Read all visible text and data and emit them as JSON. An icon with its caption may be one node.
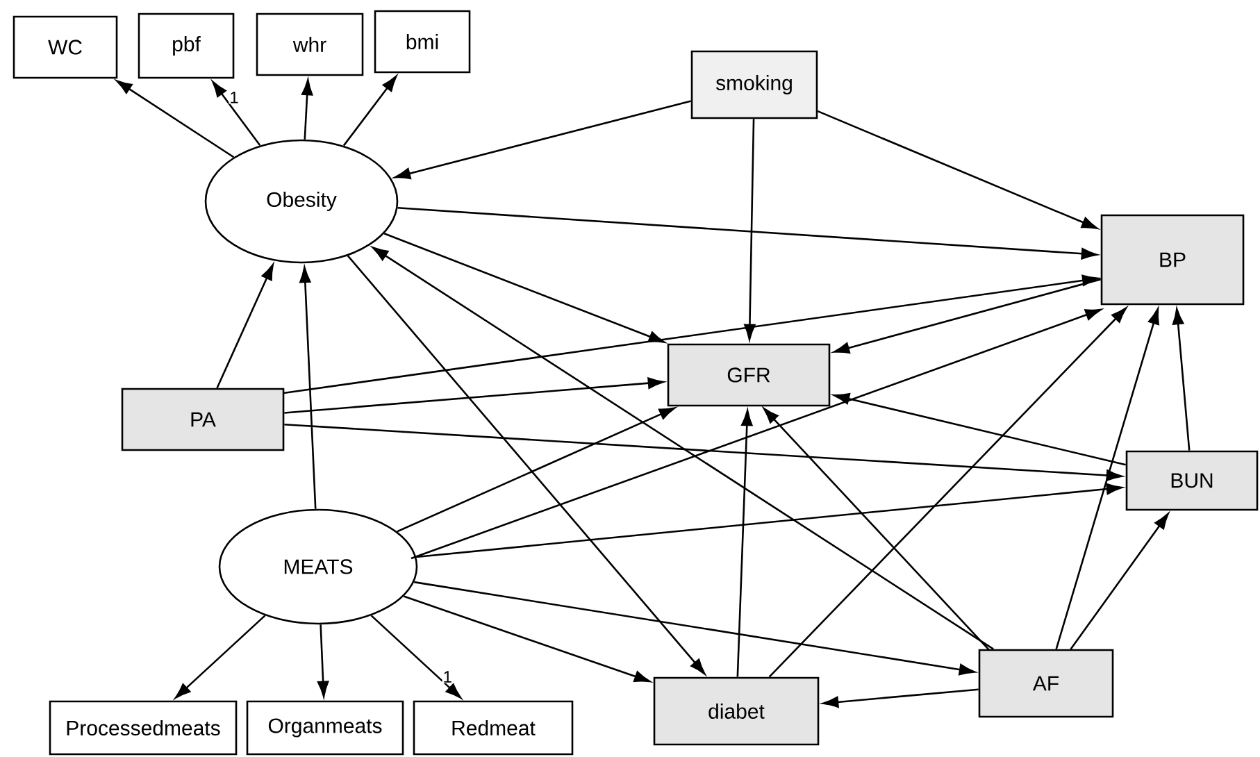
{
  "diagram": {
    "nodes": [
      {
        "text": [
          "WC"
        ]
      },
      {
        "text": [
          "pbf"
        ]
      },
      {
        "text": [
          "whr"
        ]
      },
      {
        "text": [
          "bmi"
        ]
      },
      {
        "text": [
          "Obesity"
        ]
      },
      {
        "text": [
          "smoking"
        ]
      },
      {
        "text": [
          "BP"
        ]
      },
      {
        "text": [
          "GFR"
        ]
      },
      {
        "text": [
          "PA"
        ]
      },
      {
        "text": [
          "BUN"
        ]
      },
      {
        "text": [
          "MEATS"
        ]
      },
      {
        "text": [
          "Processedmeats"
        ]
      },
      {
        "text": [
          "Organmeats"
        ]
      },
      {
        "text": [
          "Redmeat"
        ]
      },
      {
        "text": [
          "diabet"
        ]
      },
      {
        "text": [
          "AF"
        ]
      }
    ],
    "edges": [
      {
        "from": 4,
        "to": 0,
        "arrow": "to"
      },
      {
        "from": 4,
        "to": 1,
        "arrow": "to",
        "label": "1"
      },
      {
        "from": 4,
        "to": 2,
        "arrow": "to"
      },
      {
        "from": 4,
        "to": 3,
        "arrow": "to"
      },
      {
        "from": 5,
        "to": 4,
        "arrow": "to"
      },
      {
        "from": 5,
        "to": 7,
        "arrow": "to"
      },
      {
        "from": 5,
        "to": 6,
        "arrow": "to"
      },
      {
        "from": 4,
        "to": 6,
        "arrow": "to"
      },
      {
        "from": 4,
        "to": 7,
        "arrow": "to"
      },
      {
        "from": 4,
        "to": 14,
        "arrow": "to"
      },
      {
        "from": 8,
        "to": 4,
        "arrow": "to"
      },
      {
        "from": 8,
        "to": 6,
        "arrow": "to"
      },
      {
        "from": 8,
        "to": 7,
        "arrow": "to"
      },
      {
        "from": 8,
        "to": 9,
        "arrow": "to"
      },
      {
        "from": 10,
        "to": 4,
        "arrow": "to"
      },
      {
        "from": 10,
        "to": 7,
        "arrow": "to"
      },
      {
        "from": 10,
        "to": 6,
        "arrow": "to"
      },
      {
        "from": 10,
        "to": 9,
        "arrow": "to"
      },
      {
        "from": 10,
        "to": 15,
        "arrow": "to"
      },
      {
        "from": 10,
        "to": 14,
        "arrow": "to"
      },
      {
        "from": 10,
        "to": 11,
        "arrow": "to"
      },
      {
        "from": 10,
        "to": 12,
        "arrow": "to"
      },
      {
        "from": 10,
        "to": 13,
        "arrow": "to",
        "label": "1"
      },
      {
        "from": 6,
        "to": 7,
        "arrow": "to"
      },
      {
        "from": 9,
        "to": 7,
        "arrow": "to"
      },
      {
        "from": 9,
        "to": 6,
        "arrow": "to"
      },
      {
        "from": 14,
        "to": 7,
        "arrow": "to"
      },
      {
        "from": 14,
        "to": 6,
        "arrow": "to"
      },
      {
        "from": 15,
        "to": 4,
        "arrow": "to"
      },
      {
        "from": 15,
        "to": 7,
        "arrow": "to"
      },
      {
        "from": 15,
        "to": 6,
        "arrow": "to"
      },
      {
        "from": 15,
        "to": 9,
        "arrow": "to"
      },
      {
        "from": 15,
        "to": 14,
        "arrow": "to"
      }
    ]
  }
}
